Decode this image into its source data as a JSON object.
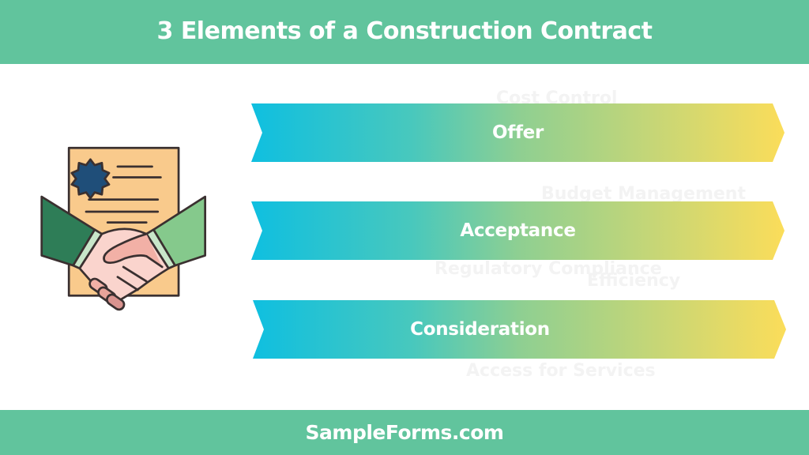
{
  "header": {
    "title": "3 Elements of a Construction Contract"
  },
  "illustration": {
    "icon": "contract-handshake-icon",
    "colors": {
      "paper": "#f9ca8c",
      "seal": "#1f4e79",
      "sleeve_left": "#2e7d57",
      "sleeve_right": "#85c98c",
      "hand": "#fad4cd",
      "outline": "#3a3030"
    }
  },
  "elements": [
    {
      "label": "Offer"
    },
    {
      "label": "Acceptance"
    },
    {
      "label": "Consideration"
    }
  ],
  "ghost_text": [
    "Cost Control",
    "Budget Management",
    "Regulatory Compliance",
    "Efficiency",
    "Access for Services"
  ],
  "banner_gradient": {
    "start": "#0fbfe0",
    "mid": "#8ecf92",
    "end": "#fbdd5a"
  },
  "footer": {
    "brand": "SampleForms.com"
  },
  "colors": {
    "header_bg": "#61c49d",
    "footer_bg": "#61c49d"
  }
}
